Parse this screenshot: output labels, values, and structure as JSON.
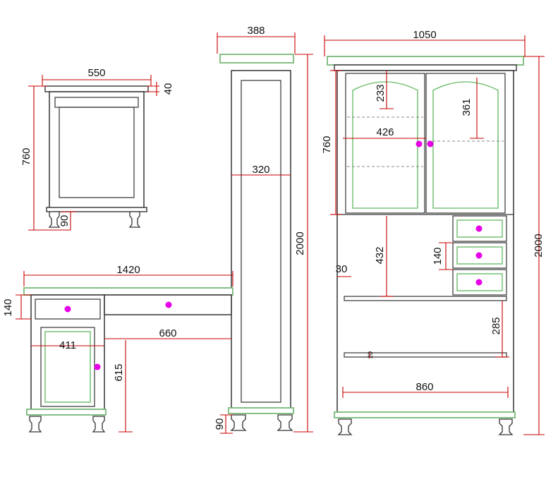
{
  "colors": {
    "outline": "#333333",
    "trim": "#7cc47c",
    "dimension_line": "#c80000",
    "knob": "#e600e6"
  },
  "dimensions": {
    "nightstand_width": "550",
    "nightstand_top": "40",
    "nightstand_height": "760",
    "nightstand_leg": "90",
    "narrow_width": "388",
    "narrow_inner": "320",
    "narrow_height": "2000",
    "narrow_leg": "90",
    "cabinet_width": "1050",
    "cabinet_height": "2000",
    "glass_top_arch": "233",
    "glass_right_arch": "361",
    "glass_door_width": "426",
    "upper_height": "760",
    "middle_gap": "432",
    "side_gap": "30",
    "drawer_height": "140",
    "lower_shelf_gap": "285",
    "shelf_thickness": "20",
    "lower_width": "860",
    "desk_width": "1420",
    "desk_drawer_height": "140",
    "desk_knee_width": "660",
    "desk_door_width": "411",
    "desk_knee_height": "615"
  }
}
